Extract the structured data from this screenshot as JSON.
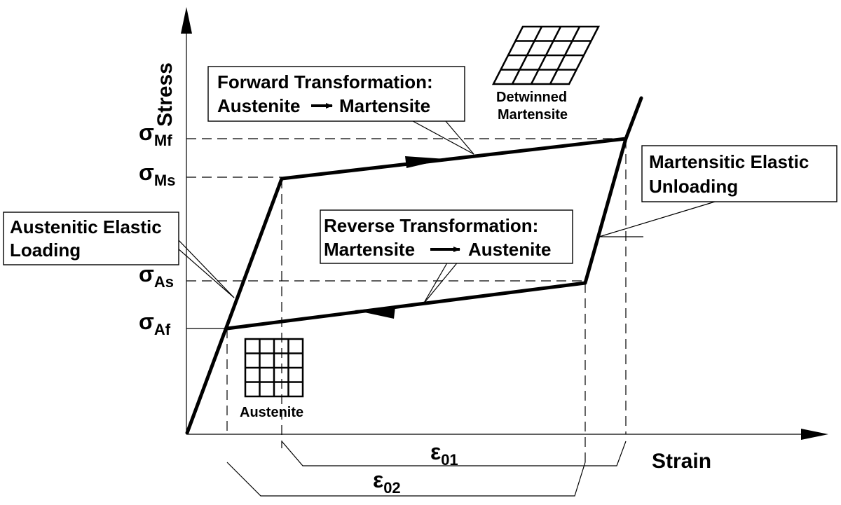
{
  "axes": {
    "y_label": "Stress",
    "x_label": "Strain"
  },
  "stress_levels": [
    {
      "symbol": "σ",
      "subscript": "Mf"
    },
    {
      "symbol": "σ",
      "subscript": "Ms"
    },
    {
      "symbol": "σ",
      "subscript": "As"
    },
    {
      "symbol": "σ",
      "subscript": "Af"
    }
  ],
  "strains": [
    {
      "symbol": "ε",
      "subscript": "01"
    },
    {
      "symbol": "ε",
      "subscript": "02"
    }
  ],
  "callouts": {
    "forward": {
      "line1": "Forward Transformation:",
      "from": "Austenite",
      "to": "Martensite"
    },
    "reverse": {
      "line1": "Reverse Transformation:",
      "from": "Martensite",
      "to": "Austenite"
    },
    "austenitic_elastic": {
      "line1": "Austenitic Elastic",
      "line2": "Loading"
    },
    "martensitic_elastic": {
      "line1": "Martensitic Elastic",
      "line2": "Unloading"
    }
  },
  "captions": {
    "detwinned_line1": "Detwinned",
    "detwinned_line2": "Martensite",
    "austenite": "Austenite"
  }
}
